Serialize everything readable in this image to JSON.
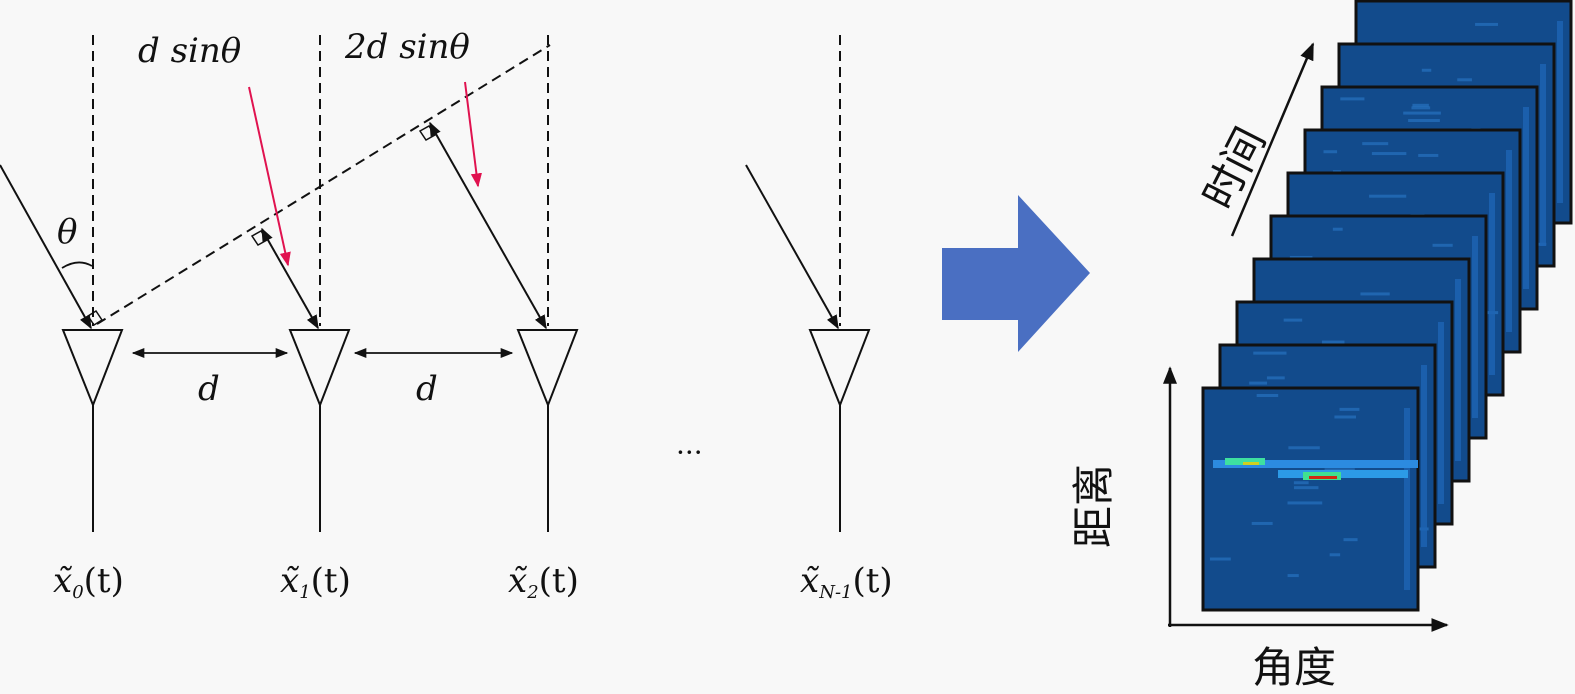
{
  "labels": {
    "d_sin": "d sinθ",
    "two_d_sin": "2d sinθ",
    "theta": "θ",
    "spacing_1": "d",
    "spacing_2": "d",
    "ellipsis": "···"
  },
  "antennas": [
    {
      "base": "x̃",
      "sub": "0",
      "arg": "(t)"
    },
    {
      "base": "x̃",
      "sub": "1",
      "arg": "(t)"
    },
    {
      "base": "x̃",
      "sub": "2",
      "arg": "(t)"
    },
    {
      "base": "x̃",
      "sub": "N-1",
      "arg": "(t)"
    }
  ],
  "heatmap_stack": {
    "frame_count": 10,
    "axis_time": "时间",
    "axis_range": "距离",
    "axis_angle": "角度"
  },
  "colors": {
    "arrow_blue": "#4a6fc2",
    "red_arrow": "#e0124f",
    "heatmap_bg": "#124b8c"
  }
}
